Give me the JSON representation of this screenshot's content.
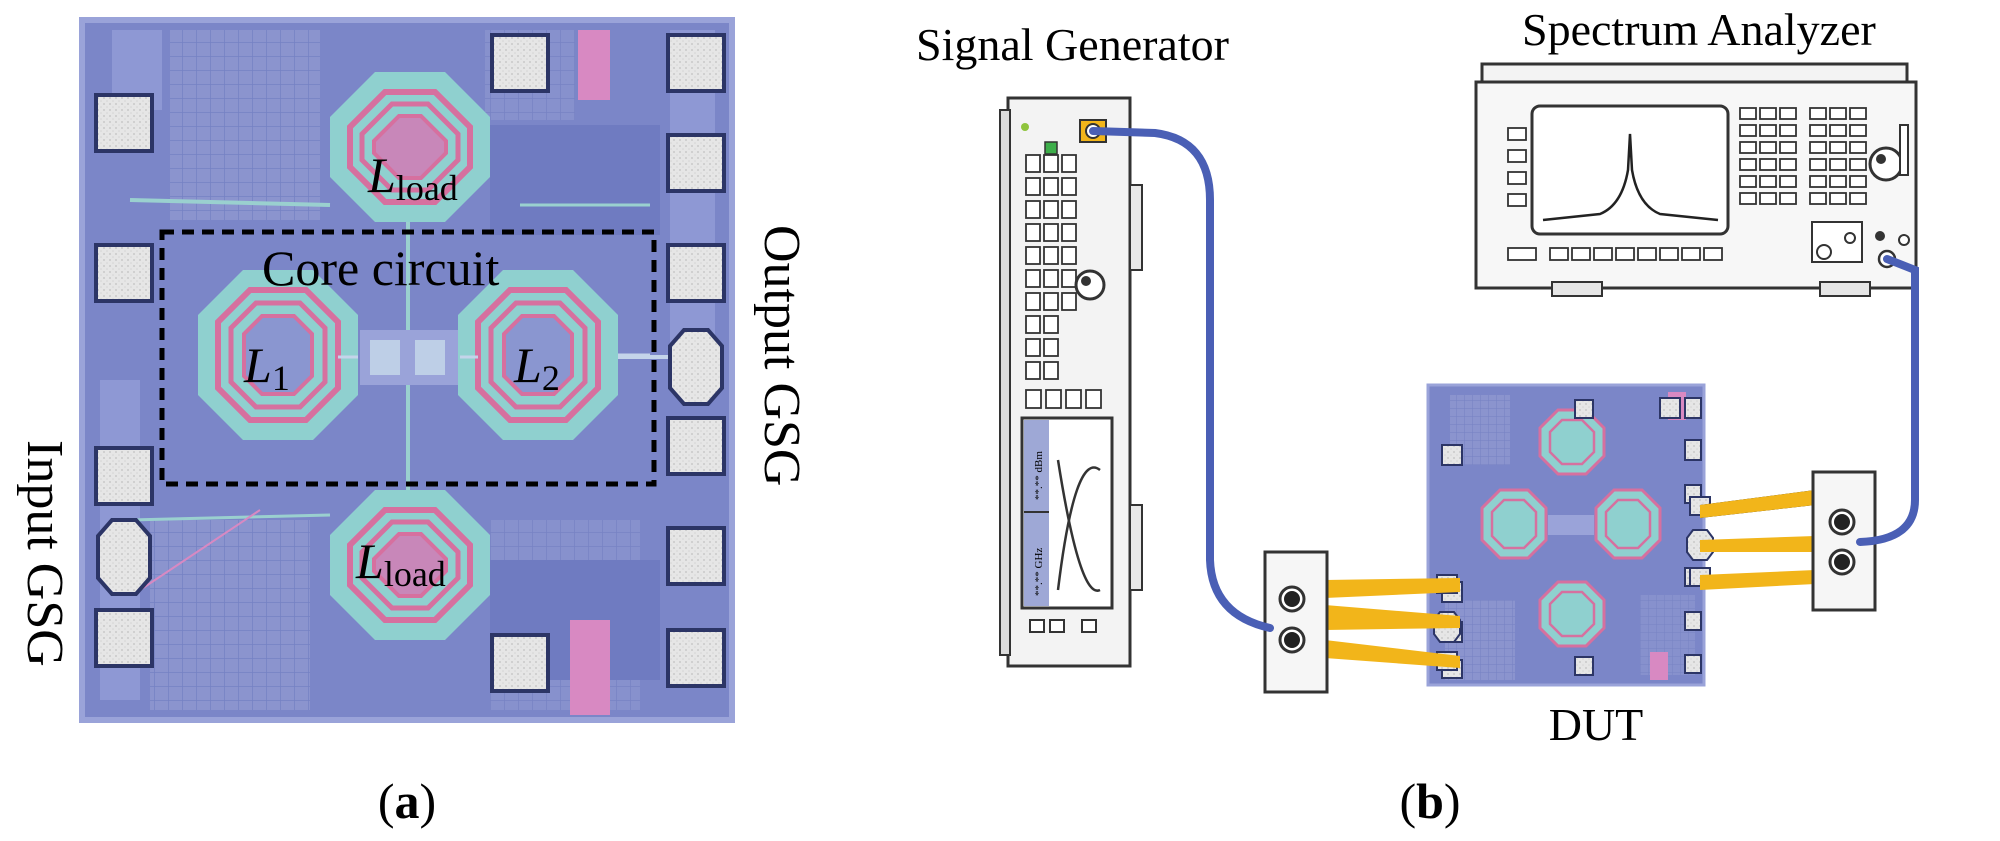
{
  "panel_a": {
    "caption": "(a)",
    "caption_letter": "a",
    "core_label": "Core circuit",
    "inductor_top": {
      "base": "L",
      "sub": "load"
    },
    "inductor_bottom": {
      "base": "L",
      "sub": "load"
    },
    "inductor_left": {
      "base": "L",
      "sub": "1"
    },
    "inductor_right": {
      "base": "L",
      "sub": "2"
    },
    "input_label": "Input GSG",
    "output_label": "Output GSG"
  },
  "panel_b": {
    "caption": "(b)",
    "caption_letter": "b",
    "signal_generator_label": "Signal Generator",
    "spectrum_analyzer_label": "Spectrum Analyzer",
    "dut_label": "DUT",
    "display_unit_top": "**.** dBm",
    "display_unit_bottom": "**.** GHz"
  },
  "colors": {
    "chip_background": "#7b86c8",
    "chip_edge": "#9aa3d9",
    "inductor_fill": "#8fd0cf",
    "inductor_ring": "#d6709f",
    "pad_fill": "#e3e3e3",
    "cable": "#4a5fb5",
    "probe_tip": "#f2b51a",
    "pink_strip": "#d889c2"
  }
}
